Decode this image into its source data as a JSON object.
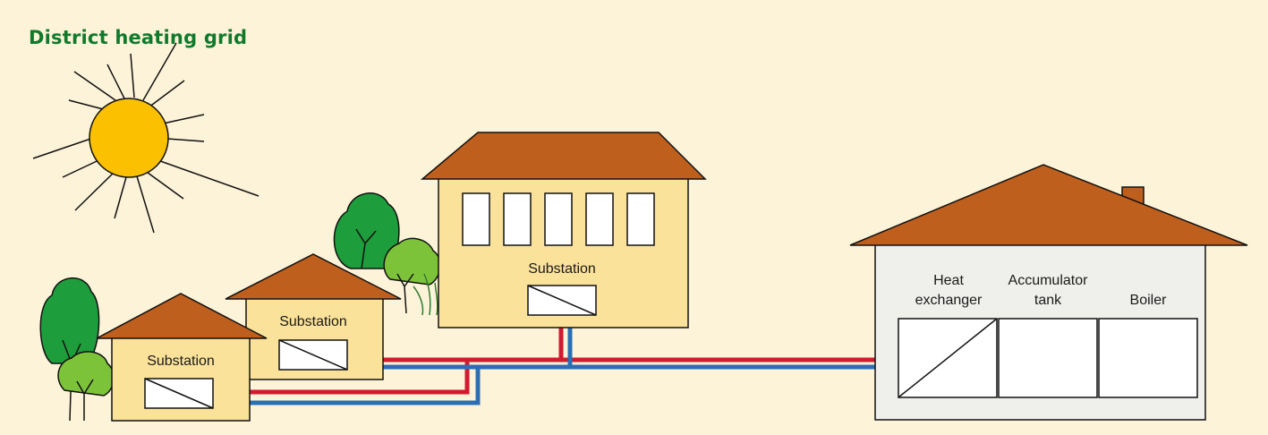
{
  "title": "District heating grid",
  "colors": {
    "background": "#fdf3d8",
    "title": "#0f7a2c",
    "roof": "#bf5f1e",
    "wall": "#fbe29a",
    "plant_wall": "#efefec",
    "sun": "#fbc100",
    "supply_pipe": "#d21a30",
    "return_pipe": "#2a6fb6",
    "tree_dark": "#1e9d3d",
    "tree_light": "#7dc33a"
  },
  "buildings": {
    "small_house": {
      "substation_label": "Substation"
    },
    "medium_house": {
      "substation_label": "Substation"
    },
    "large_building": {
      "substation_label": "Substation"
    }
  },
  "plant": {
    "heat_exchanger_label": [
      "Heat",
      "exchanger"
    ],
    "accumulator_label": [
      "Accumulator",
      "tank"
    ],
    "boiler_label": "Boiler"
  },
  "icons": [
    "sun-icon",
    "tree-icon",
    "substation-icon",
    "heat-exchanger-icon"
  ]
}
